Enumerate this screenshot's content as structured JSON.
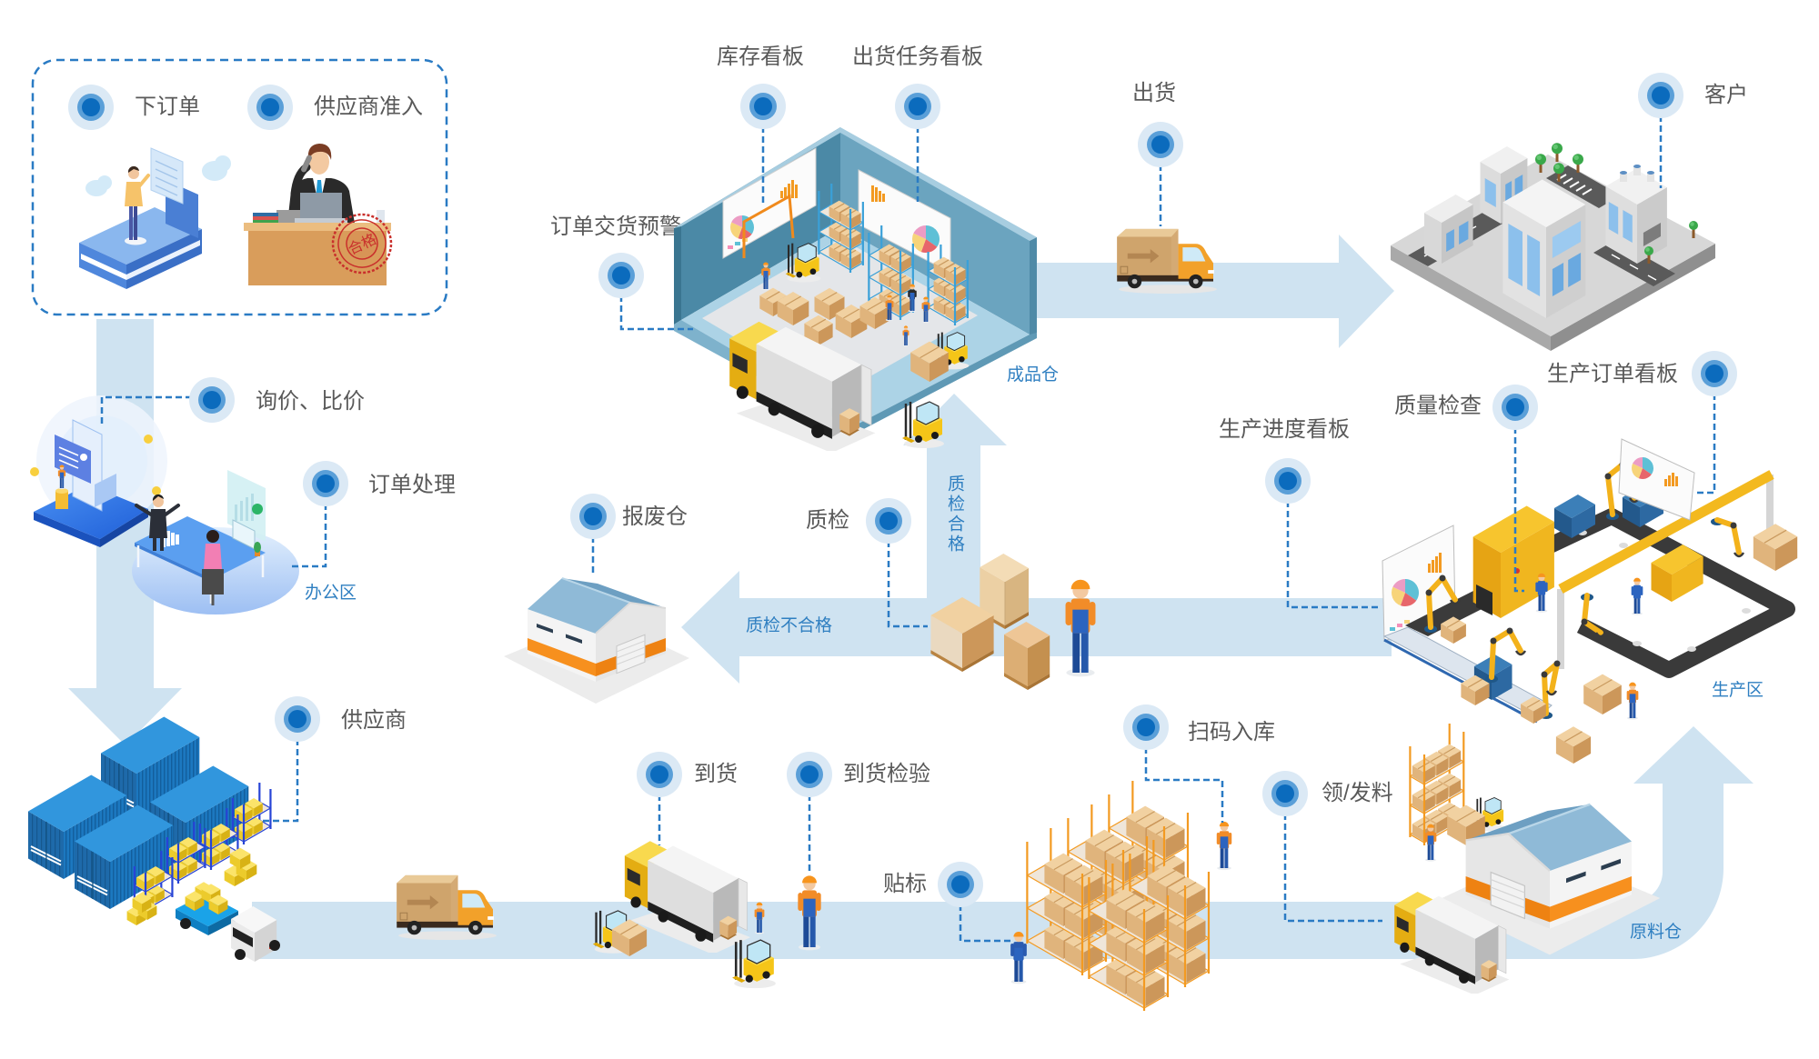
{
  "colors": {
    "flow_arrow": "#cfe3f1",
    "marker_core": "#0b6bbd",
    "marker_ring": "#5a9fd8",
    "marker_halo": "#dbe9f5",
    "connector": "#2a7bc4",
    "zone_label": "#2f7fc1",
    "label_text": "#595959"
  },
  "procurement": {
    "place_order": "下订单",
    "supplier_admission": "供应商准入",
    "stamp": "合格"
  },
  "office": {
    "inquiry_compare": "询价、比价",
    "order_processing": "订单处理",
    "zone": "办公区"
  },
  "finished_goods": {
    "inventory_board": "库存看板",
    "shipping_task_board": "出货任务看板",
    "delivery_warning": "订单交货预警",
    "zone": "成品仓"
  },
  "shipping": {
    "ship_out": "出货",
    "customer": "客户"
  },
  "quality": {
    "scrap_warehouse": "报废仓",
    "inspection": "质检",
    "passed": "质检合格",
    "failed": "质检不合格"
  },
  "production": {
    "progress_board": "生产进度看板",
    "quality_check": "质量检查",
    "order_board": "生产订单看板",
    "zone": "生产区"
  },
  "inbound": {
    "supplier": "供应商",
    "arrival": "到货",
    "arrival_inspection": "到货检验",
    "labeling": "贴标",
    "scan_to_stock": "扫码入库",
    "material_issue": "领/发料",
    "zone": "原料仓"
  }
}
